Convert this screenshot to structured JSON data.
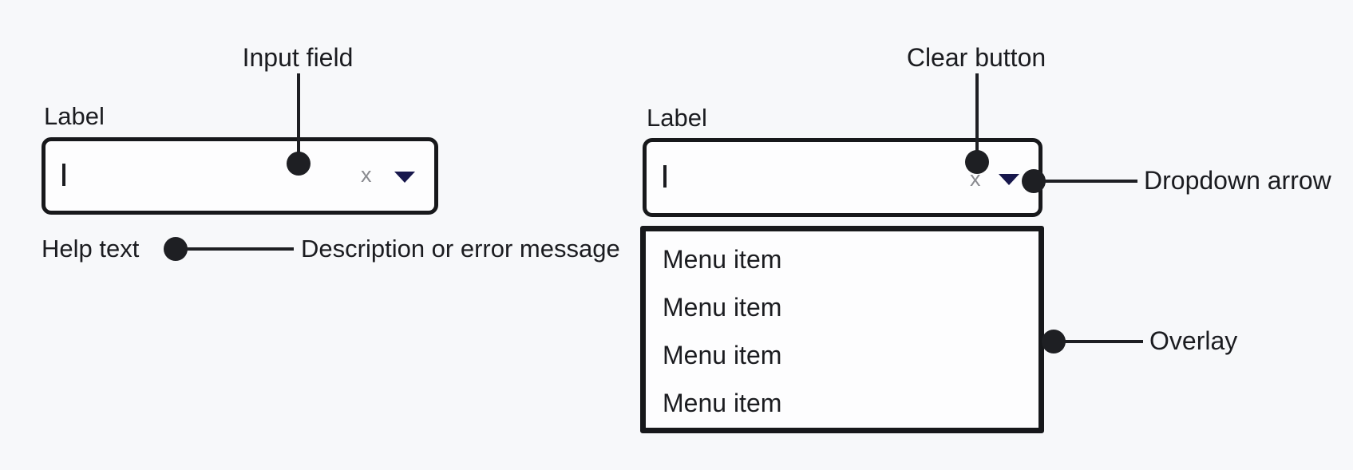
{
  "left_combobox": {
    "label": "Label",
    "input_value": "",
    "clear_label": "x",
    "help_text": "Help text"
  },
  "right_combobox": {
    "label": "Label",
    "input_value": "",
    "clear_label": "x",
    "menu_items": [
      "Menu item",
      "Menu item",
      "Menu item",
      "Menu item"
    ]
  },
  "annotations": {
    "input_field": "Input field",
    "help_description": "Description or error message",
    "clear_button": "Clear button",
    "dropdown_arrow": "Dropdown arrow",
    "overlay": "Overlay"
  },
  "icons": {
    "text_cursor": "text-cursor",
    "dropdown_arrow": "triangle-down",
    "clear": "x-glyph",
    "annotation_marker": "filled-dot"
  },
  "colors": {
    "background": "#f7f8fa",
    "surface": "#fdfdfe",
    "ink": "#1b1c20",
    "border": "#17181b",
    "clear_gray": "#8a8b90",
    "arrow_navy": "#17174c"
  }
}
